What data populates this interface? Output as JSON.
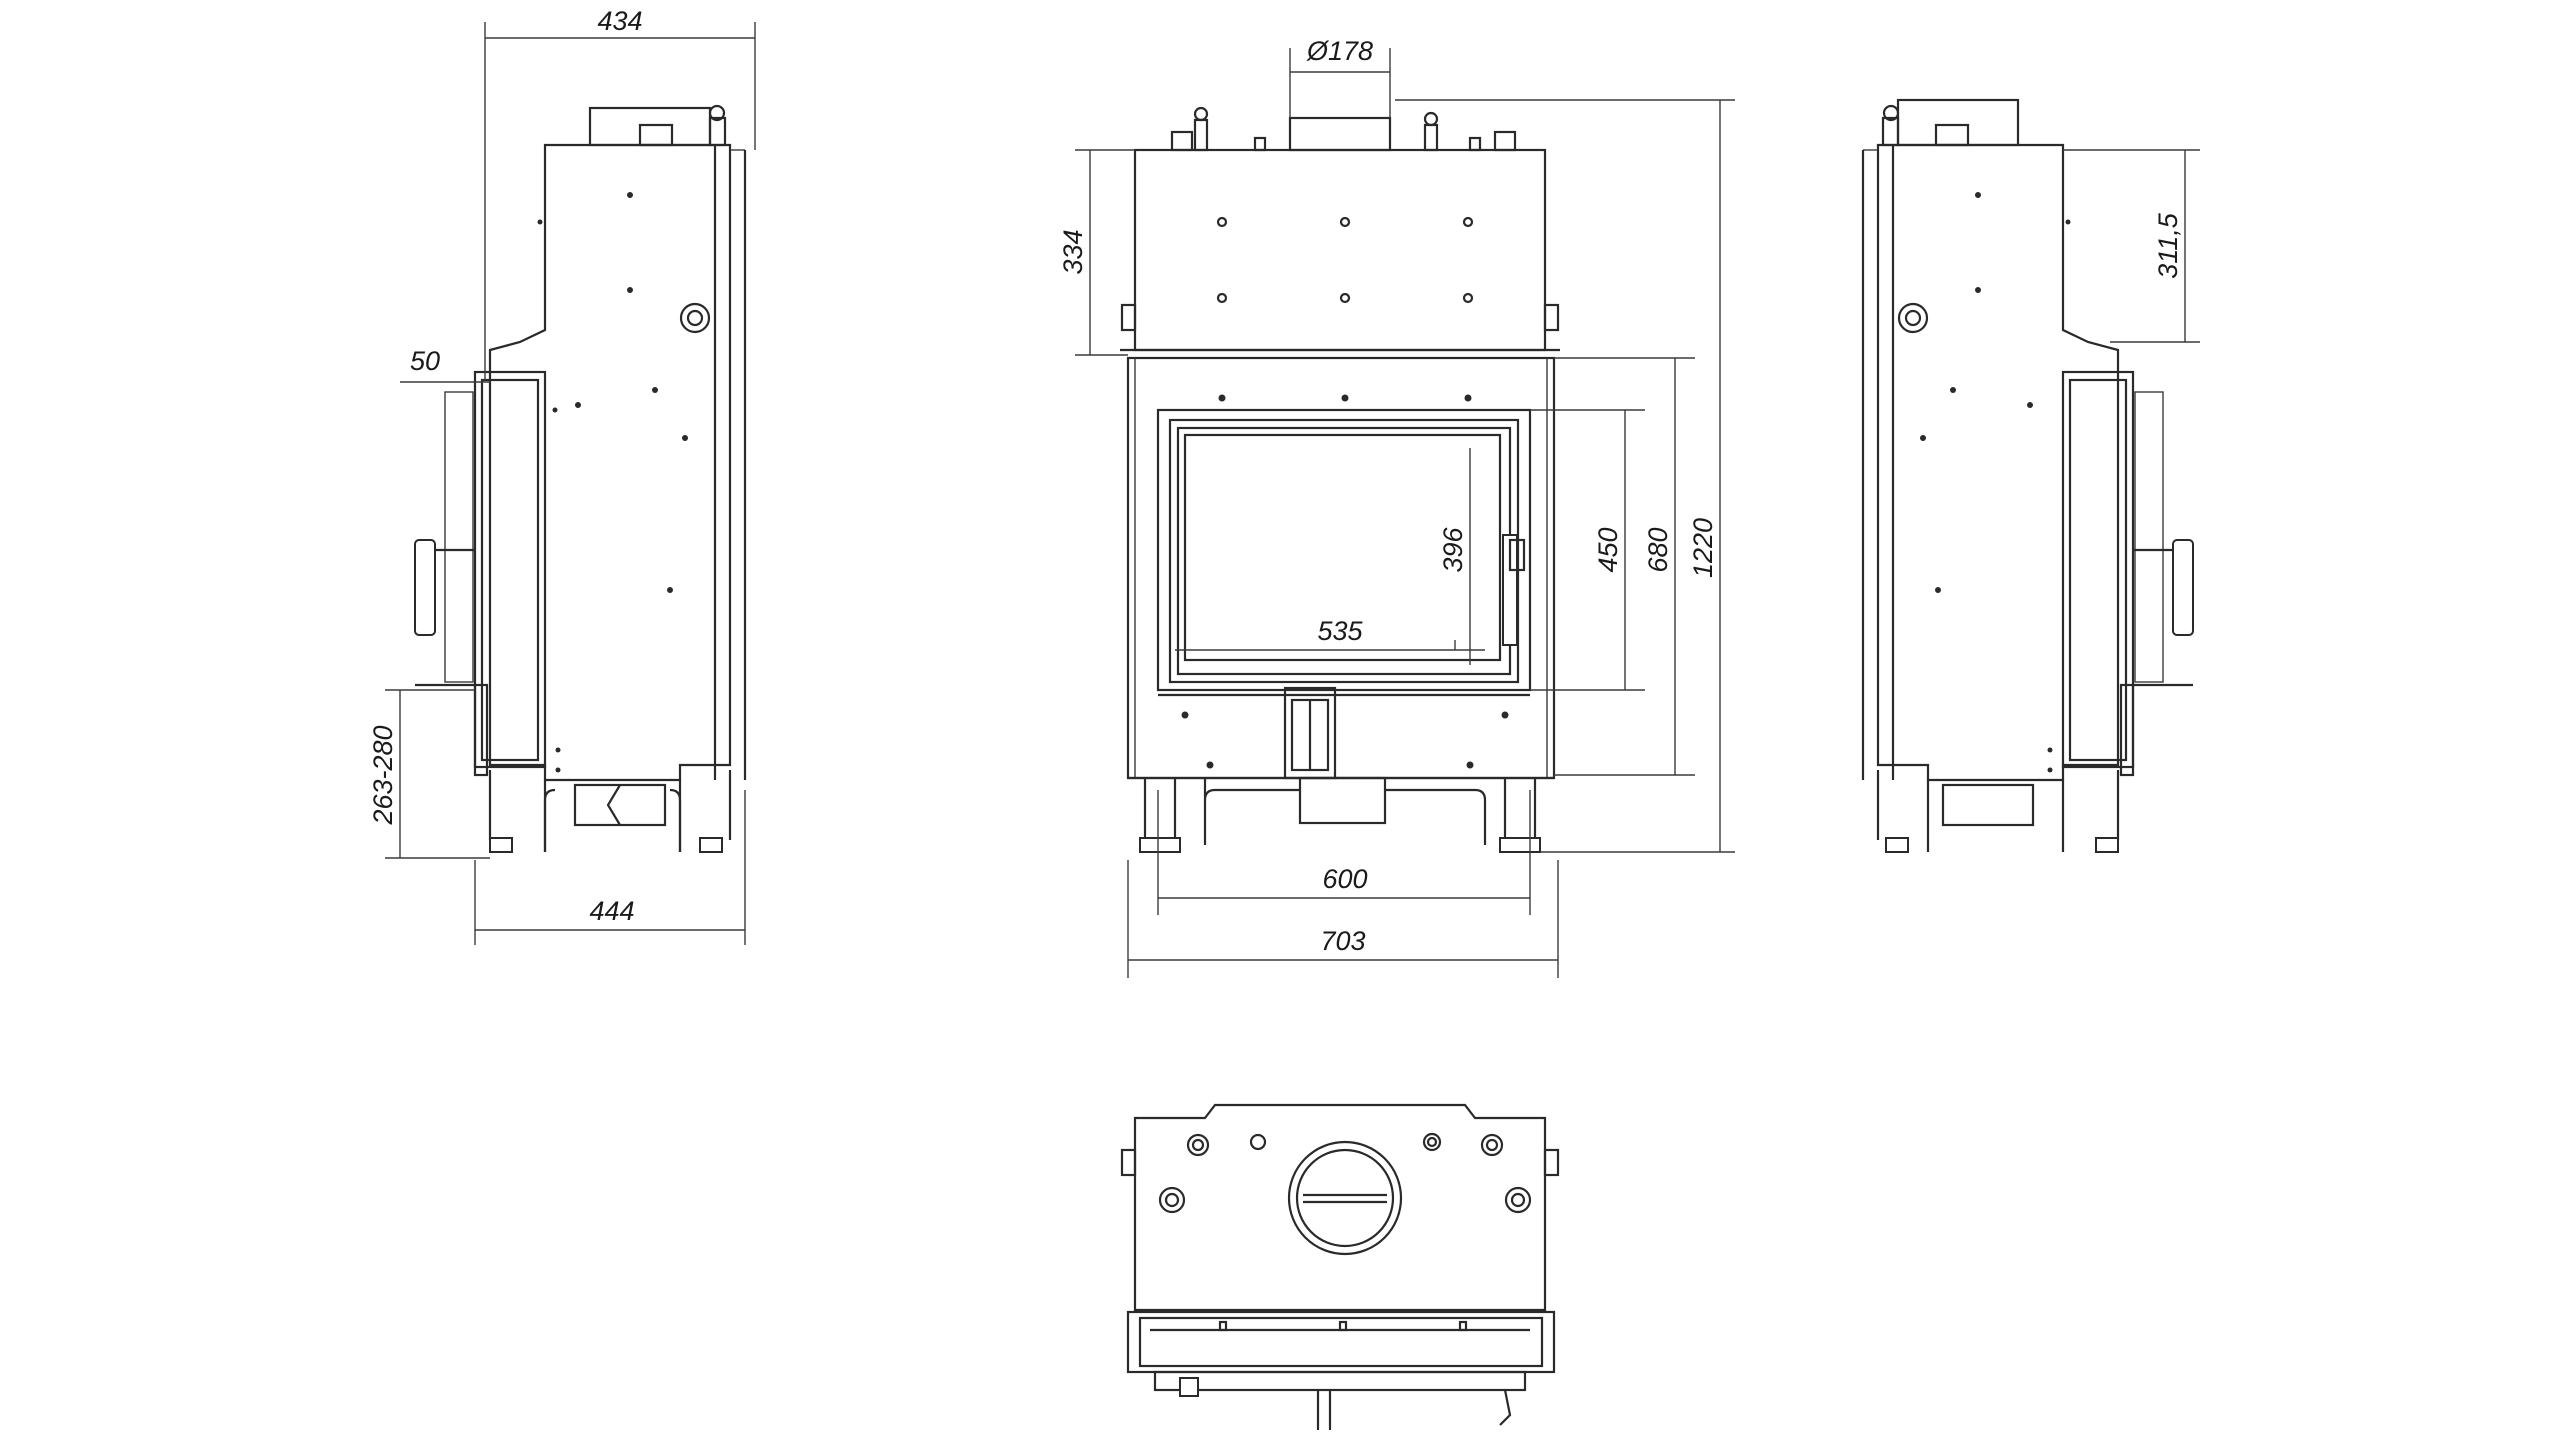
{
  "dimensions": {
    "side_left_top_width": "434",
    "side_left_door_offset": "50",
    "side_left_floor_gap": "263-280",
    "side_left_bottom_width": "444",
    "front_flue_diameter": "Ø178",
    "front_top_height": "334",
    "front_door_inner_height": "396",
    "front_glass_width": "535",
    "front_door_height": "450",
    "front_body_height": "680",
    "front_total_height": "1220",
    "front_door_width": "600",
    "front_total_width": "703",
    "side_right_top_height": "311,5"
  }
}
